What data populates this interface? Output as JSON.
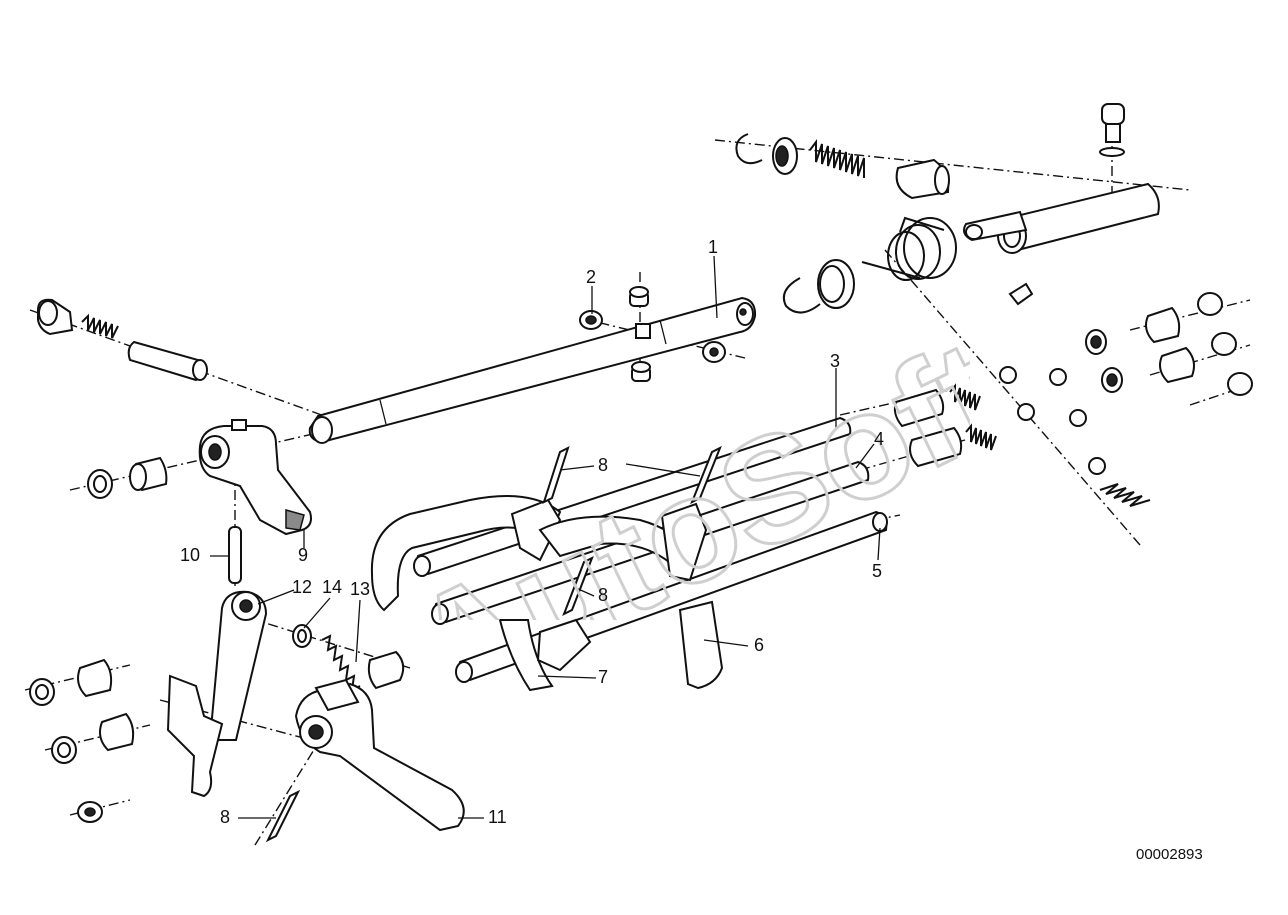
{
  "callouts": [
    {
      "id": "1",
      "label": "1"
    },
    {
      "id": "2",
      "label": "2"
    },
    {
      "id": "3",
      "label": "3"
    },
    {
      "id": "4",
      "label": "4"
    },
    {
      "id": "5",
      "label": "5"
    },
    {
      "id": "6",
      "label": "6"
    },
    {
      "id": "7",
      "label": "7"
    },
    {
      "id": "8a",
      "label": "8"
    },
    {
      "id": "8b",
      "label": "8"
    },
    {
      "id": "8c",
      "label": "8"
    },
    {
      "id": "9",
      "label": "9"
    },
    {
      "id": "10",
      "label": "10"
    },
    {
      "id": "11",
      "label": "11"
    },
    {
      "id": "12",
      "label": "12"
    },
    {
      "id": "13",
      "label": "13"
    },
    {
      "id": "14",
      "label": "14"
    }
  ],
  "watermark": "AutoSoft",
  "document_id": "00002893",
  "colors": {
    "ink": "#111111",
    "background": "#ffffff",
    "watermark": "#cfcfcf"
  }
}
